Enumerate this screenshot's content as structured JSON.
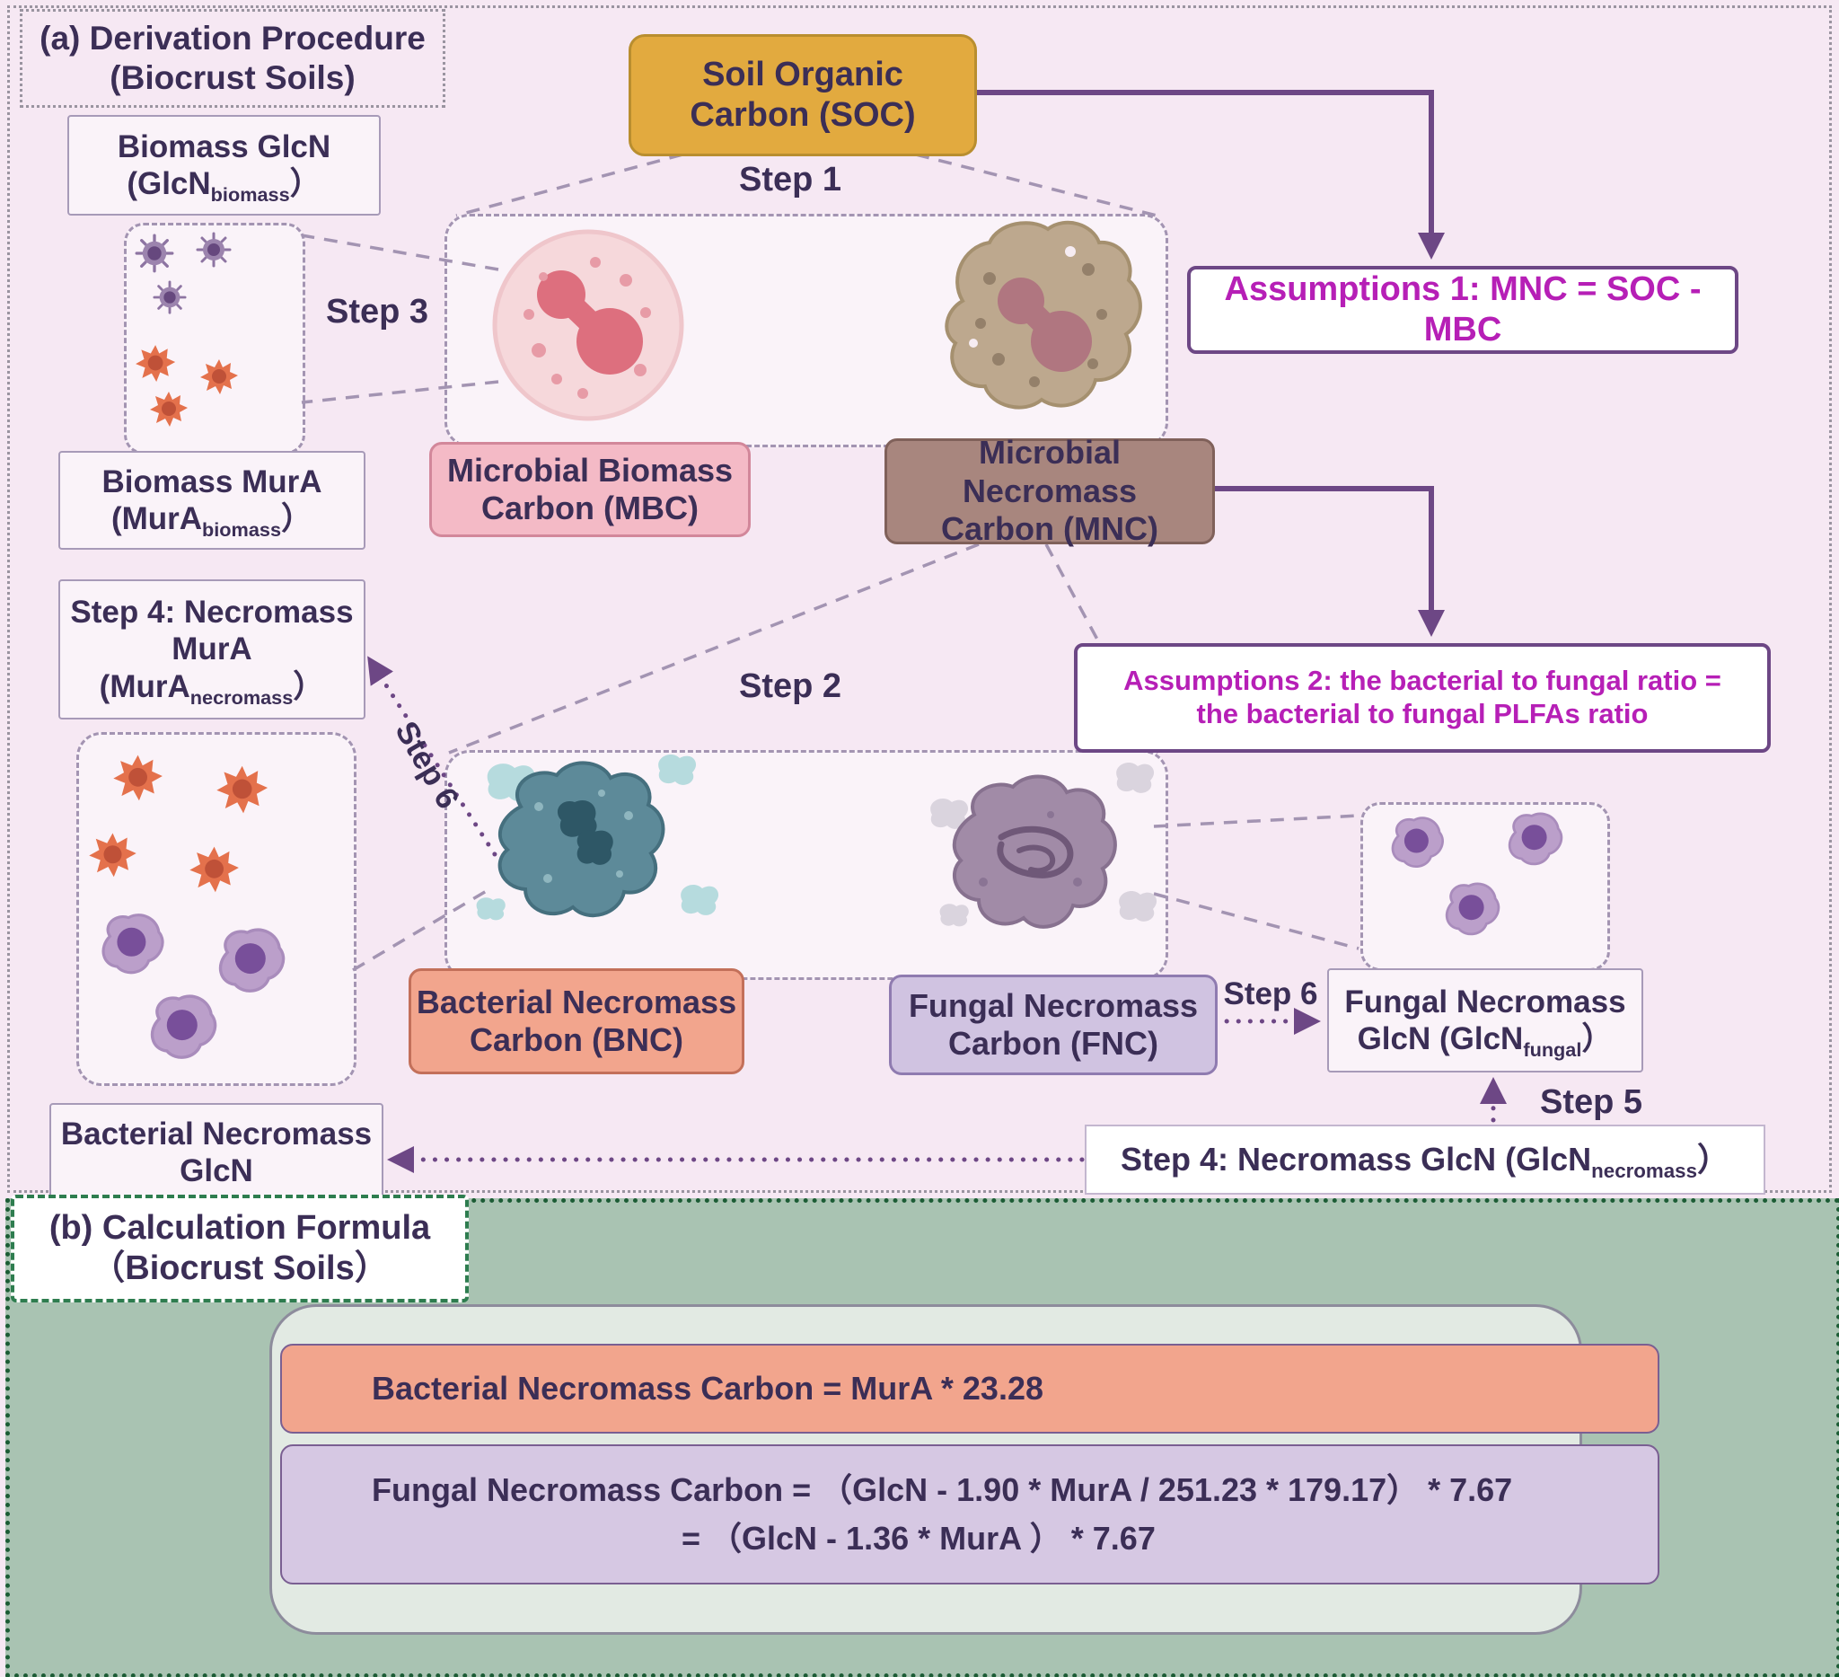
{
  "panel_a": {
    "title_line1": "(a) Derivation Procedure",
    "title_line2": "(Biocrust Soils)",
    "soc_line1": "Soil Organic",
    "soc_line2": "Carbon (SOC)",
    "step1": "Step 1",
    "step2": "Step 2",
    "step3": "Step 3",
    "step5": "Step 5",
    "step6_left": "Step 6",
    "step6_right": "Step 6",
    "mbc_line1": "Microbial Biomass",
    "mbc_line2": "Carbon (MBC)",
    "mnc_line1": "Microbial Necromass",
    "mnc_line2": "Carbon (MNC)",
    "bnc_line1": "Bacterial Necromass",
    "bnc_line2": "Carbon (BNC)",
    "fnc_line1": "Fungal Necromass",
    "fnc_line2": "Carbon (FNC)",
    "assumption1": "Assumptions 1: MNC = SOC - MBC",
    "assumption2_line1": "Assumptions 2: the bacterial to fungal ratio =",
    "assumption2_line2": "the bacterial to fungal PLFAs ratio",
    "biomass_glcn_line1": "Biomass GlcN",
    "biomass_glcn_pre": "(GlcN",
    "biomass_glcn_sub": "biomass",
    "biomass_glcn_post": "）",
    "biomass_mura_line1": "Biomass MurA",
    "biomass_mura_pre": "(MurA",
    "biomass_mura_sub": "biomass",
    "biomass_mura_post": "）",
    "necromass_mura_line1": "Step 4: Necromass",
    "necromass_mura_line2": "MurA",
    "necromass_mura_pre": "(MurA",
    "necromass_mura_sub": "necromass",
    "necromass_mura_post": "）",
    "fungal_glcn_line1": "Fungal Necromass",
    "fungal_glcn_pre": "GlcN (GlcN",
    "fungal_glcn_sub": "fungal",
    "fungal_glcn_post": "）",
    "necromass_glcn_pre": "Step 4: Necromass GlcN (GlcN",
    "necromass_glcn_sub": "necromass",
    "necromass_glcn_post": "）",
    "bacterial_glcn_line1": "Bacterial Necromass",
    "bacterial_glcn_line2": "GlcN"
  },
  "panel_b": {
    "title_line1": "(b) Calculation Formula",
    "title_line2": "（Biocrust Soils）",
    "formula_bacterial": "Bacterial Necromass Carbon = MurA * 23.28",
    "formula_fungal_line1": "Fungal Necromass Carbon =  （GlcN - 1.90 * MurA / 251.23 * 179.17） * 7.67",
    "formula_fungal_line2": "=  （GlcN - 1.36 * MurA ） * 7.67"
  },
  "colors": {
    "accent_purple": "#6d4785",
    "magenta_text": "#b61fb6",
    "soc_fill": "#e2aa3f",
    "mbc_fill": "#f4bac6",
    "mnc_fill": "#a8867e",
    "bnc_fill": "#f2a58d",
    "fnc_fill": "#d0c3e1",
    "panel_b_bg": "#a9c3b2",
    "dark_text": "#3b2e56"
  }
}
